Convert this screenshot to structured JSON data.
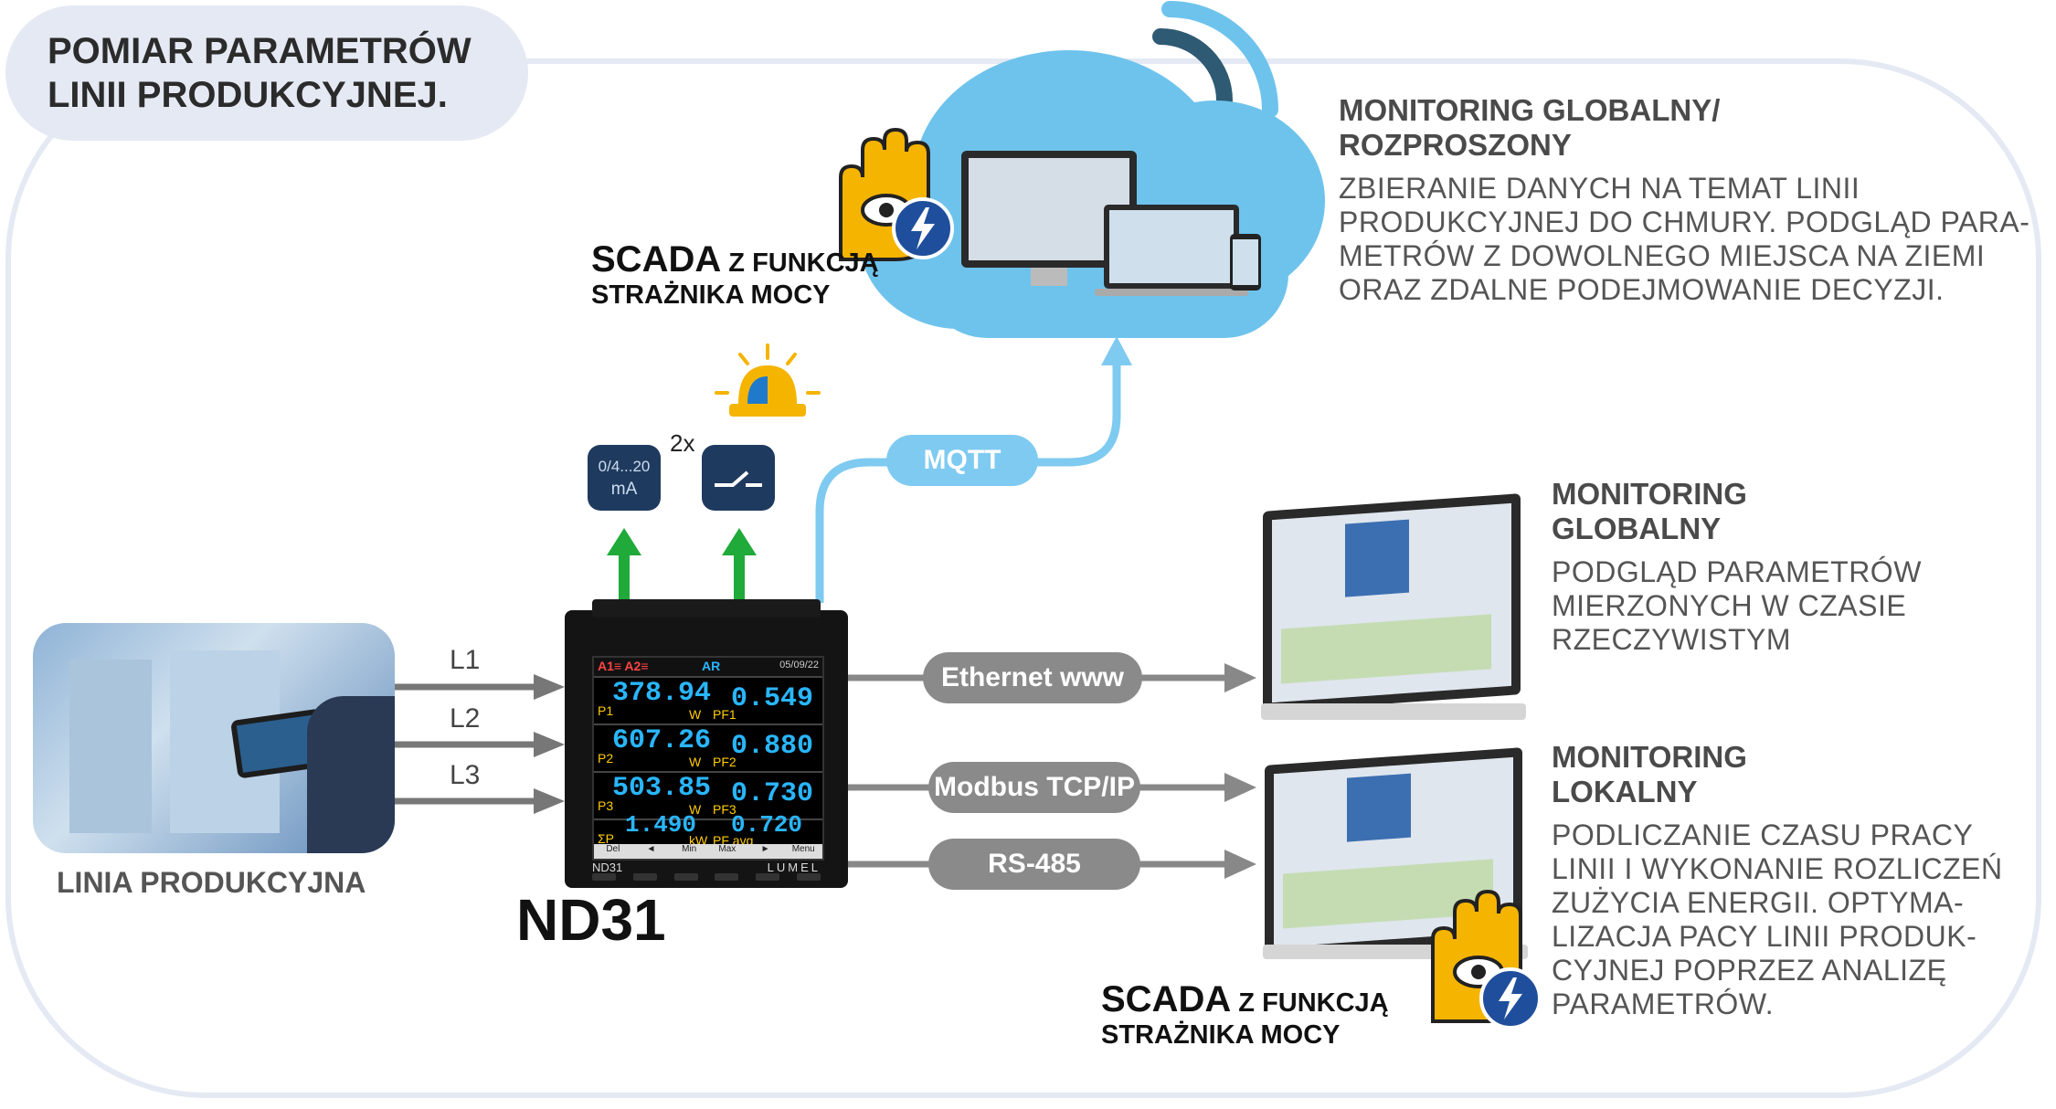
{
  "title": {
    "line1": "POMIAR PARAMETRÓW",
    "line2": "LINII PRODUKCYJNEJ."
  },
  "global_dist": {
    "head1": "MONITORING GLOBALNY/",
    "head2": "ROZPROSZONY",
    "desc": [
      "ZBIERANIE DANYCH NA TEMAT LINII",
      "PRODUKCYJNEJ DO CHMURY. PODGLĄD PARA-",
      "METRÓW Z DOWOLNEGO MIEJSCA NA ZIEMI",
      "ORAZ ZDALNE PODEJMOWANIE DECYZJI."
    ]
  },
  "global": {
    "head1": "MONITORING",
    "head2": "GLOBALNY",
    "desc": [
      "PODGLĄD PARAMETRÓW",
      "MIERZONYCH W CZASIE",
      "RZECZYWISTYM"
    ]
  },
  "local": {
    "head1": "MONITORING",
    "head2": "LOKALNY",
    "desc": [
      "PODLICZANIE CZASU PRACY",
      "LINII I WYKONANIE ROZLICZEŃ",
      "ZUŻYCIA ENERGII. OPTYMA-",
      "LIZACJA PACY LINII PRODUK-",
      "CYJNEJ POPRZEZ ANALIZĘ",
      "PARAMETRÓW."
    ]
  },
  "scada": {
    "big": "SCADA",
    "small1": " Z FUNKCJĄ",
    "small2": "STRAŻNIKA MOCY"
  },
  "outputs": {
    "analog_line1": "0/4...20",
    "analog_line2": "mA",
    "relay_mult": "2x"
  },
  "protocols": {
    "mqtt": "MQTT",
    "ethernet": "Ethernet www",
    "modbus": "Modbus TCP/IP",
    "rs485": "RS-485"
  },
  "lines": [
    "L1",
    "L2",
    "L3"
  ],
  "production_line_label": "LINIA PRODUKCYJNA",
  "device": {
    "name": "ND31",
    "panel_label": "ND31",
    "brand": "LUMEL",
    "header": "A1≡ A2≡",
    "mode": "AR",
    "date": "05/09/22",
    "rows": [
      {
        "l1": "P1",
        "v1": "378.94",
        "u1": "W",
        "l2": "PF1",
        "v2": "0.549"
      },
      {
        "l1": "P2",
        "v1": "607.26",
        "u1": "W",
        "l2": "PF2",
        "v2": "0.880"
      },
      {
        "l1": "P3",
        "v1": "503.85",
        "u1": "W",
        "l2": "PF3",
        "v2": "0.730"
      },
      {
        "l1": "ΣP",
        "v1": "1.490",
        "u1": "kW",
        "l2": "PF avg",
        "v2": "0.720"
      }
    ],
    "softkeys": [
      "Del",
      "◄",
      "Min",
      "Max",
      "►",
      "Menu"
    ]
  },
  "colors": {
    "frame": "#e4e9f3",
    "cloud": "#6ec3ec",
    "green_arrow": "#1faa3a",
    "device_bg": "#141414",
    "icon_box": "#1f3a5f"
  },
  "icons": [
    "hand-eye-icon",
    "lightning-icon",
    "wifi-signal-icon",
    "cloud-icon",
    "alarm-beacon-icon",
    "relay-switch-icon"
  ]
}
